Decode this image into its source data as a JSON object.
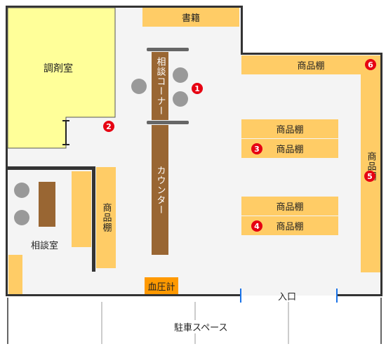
{
  "labels": {
    "books": "書籍",
    "pharmacy_room": "調剤室",
    "consult_corner": "相談コーナー",
    "counter": "カウンター",
    "consult_room": "相談室",
    "shelf": "商品棚",
    "blood_pressure": "血圧計",
    "entrance": "入口",
    "parking": "駐車スペース"
  },
  "markers": [
    "1",
    "2",
    "3",
    "4",
    "5",
    "6"
  ],
  "colors": {
    "shelf": "#ffcc66",
    "room": "#ffff99",
    "counter": "#996633",
    "blood_pressure": "#ff9900",
    "marker": "#e60012",
    "entrance_tick": "#1a73e8"
  }
}
